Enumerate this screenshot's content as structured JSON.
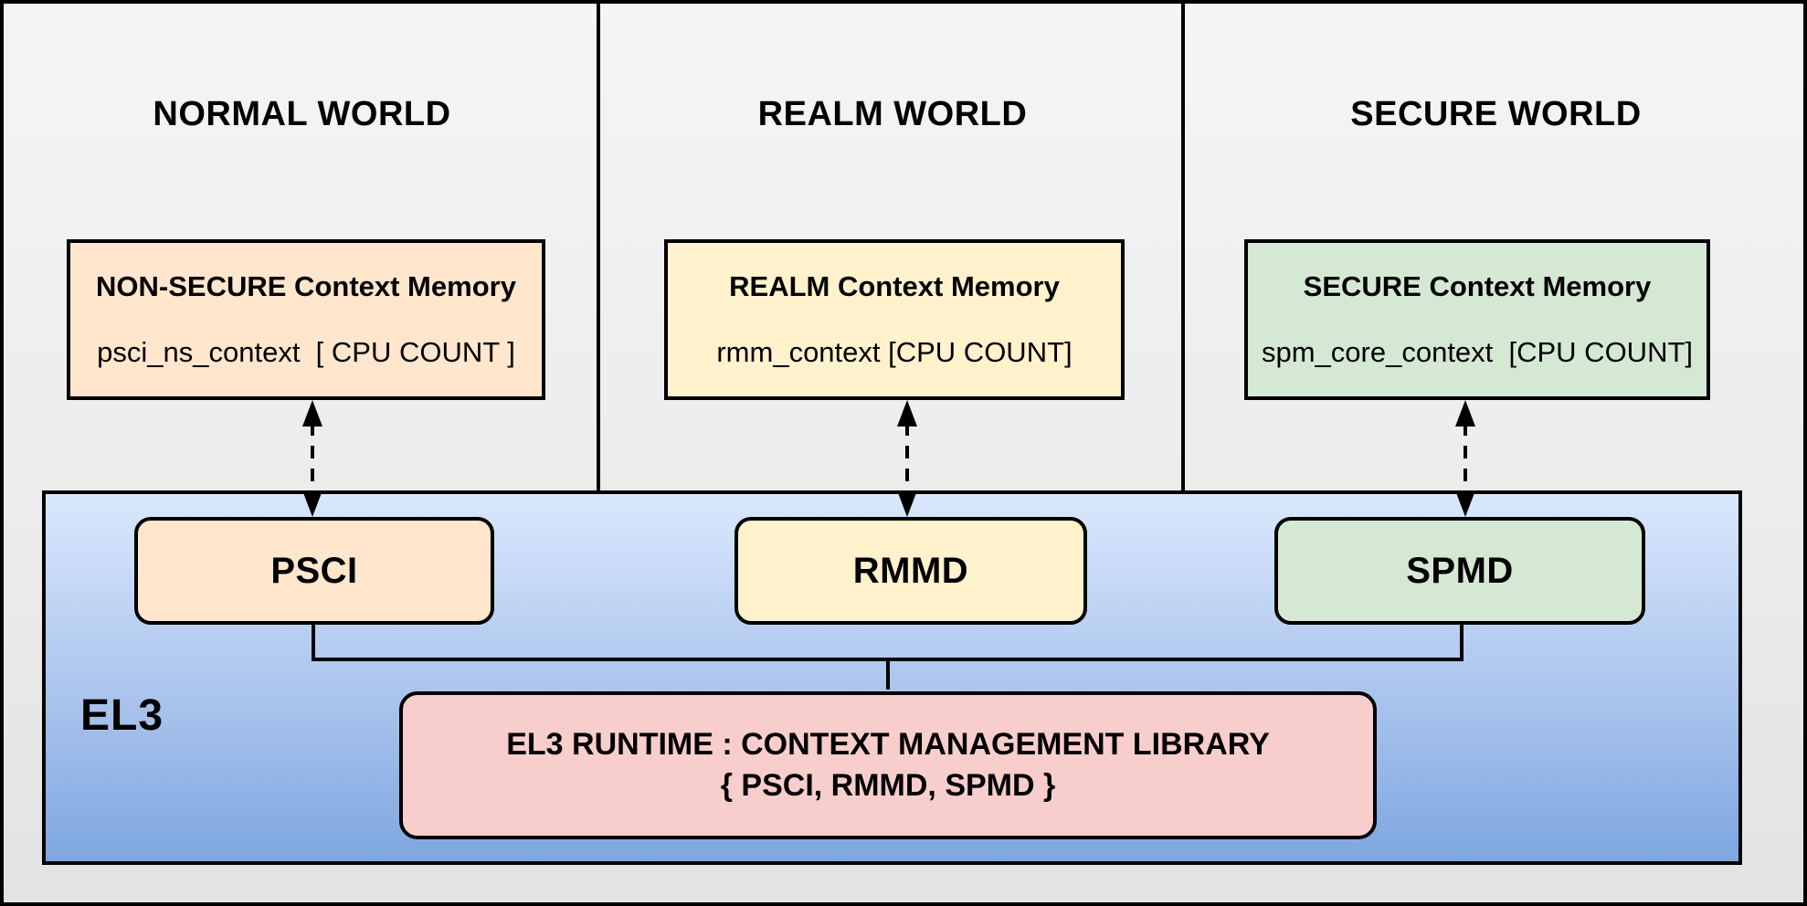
{
  "diagram": {
    "worlds": [
      {
        "title": "NORMAL WORLD",
        "memory_box": {
          "title": "NON-SECURE Context Memory",
          "subtitle": "psci_ns_context  [ CPU COUNT ]",
          "color": "#FFE6CC"
        },
        "dispatcher": {
          "label": "PSCI",
          "color": "#FFE6CC"
        }
      },
      {
        "title": "REALM WORLD",
        "memory_box": {
          "title": "REALM Context Memory",
          "subtitle": "rmm_context [CPU COUNT]",
          "color": "#FFF2CC"
        },
        "dispatcher": {
          "label": "RMMD",
          "color": "#FFF2CC"
        }
      },
      {
        "title": "SECURE WORLD",
        "memory_box": {
          "title": "SECURE Context Memory",
          "subtitle": "spm_core_context  [CPU COUNT]",
          "color": "#D5E8D4"
        },
        "dispatcher": {
          "label": "SPMD",
          "color": "#D5E8D4"
        }
      }
    ],
    "el3": {
      "label": "EL3",
      "gradient_top": "#DAE8FC",
      "gradient_bottom": "#7EA6E0",
      "runtime_box": {
        "line1": "EL3 RUNTIME : CONTEXT MANAGEMENT LIBRARY",
        "line2": "{ PSCI, RMMD, SPMD }",
        "color": "#F8CECC"
      }
    }
  }
}
